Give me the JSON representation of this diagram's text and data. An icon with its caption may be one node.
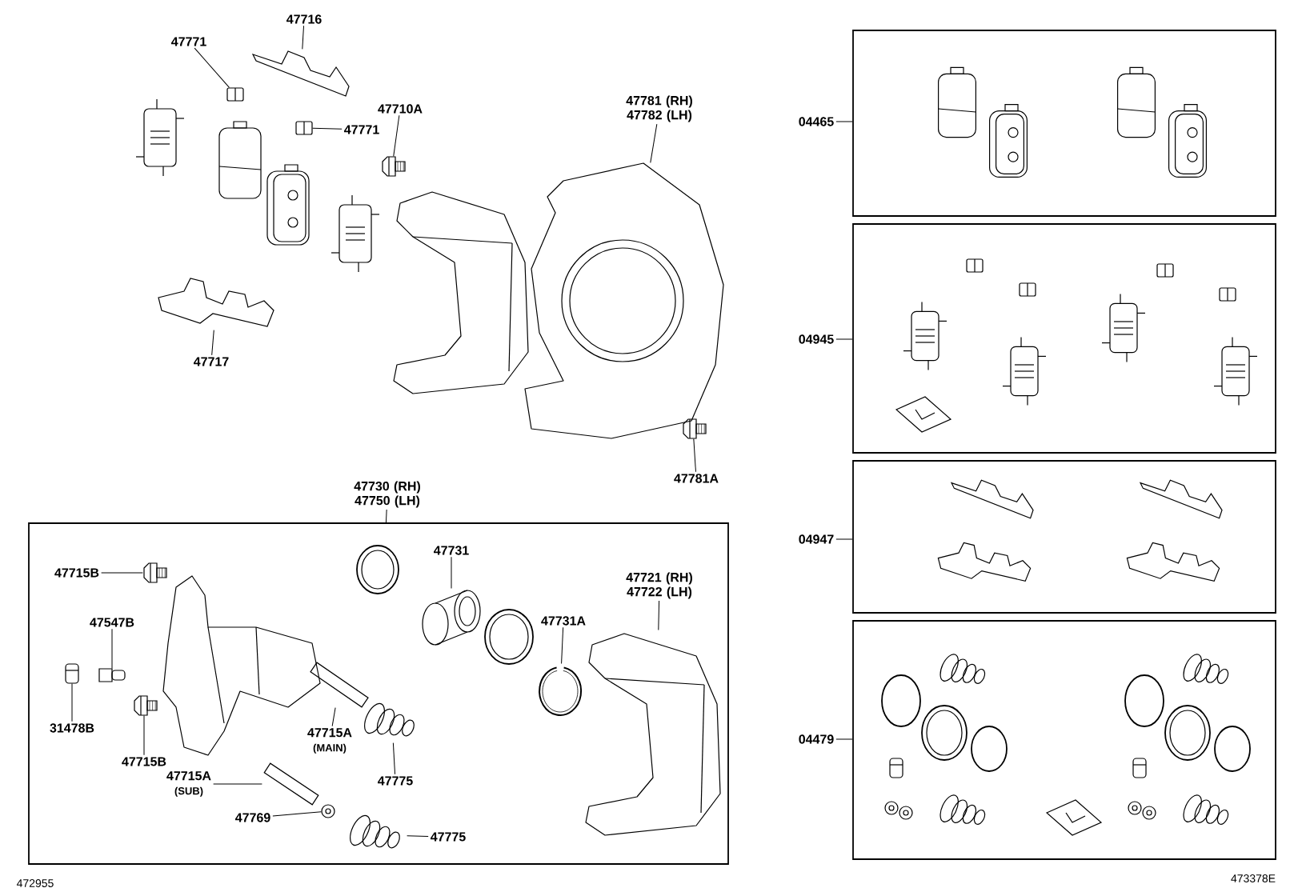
{
  "diagram": {
    "nodes": [
      {
        "text": [
          "47716"
        ]
      },
      {
        "text": [],
        "shape": "picture"
      },
      {
        "text": [
          "47771"
        ]
      },
      {
        "text": [],
        "shape": "picture"
      },
      {
        "text": [
          "47771"
        ]
      },
      {
        "text": [],
        "shape": "picture"
      },
      {
        "text": [
          "47710A"
        ]
      },
      {
        "text": [],
        "shape": "picture"
      },
      {
        "text": [
          "47781 (RH) 47782 (LH)"
        ]
      },
      {
        "text": [],
        "shape": "picture"
      },
      {
        "text": [
          "47781A"
        ]
      },
      {
        "text": [],
        "shape": "picture"
      },
      {
        "text": [
          "47717"
        ]
      },
      {
        "text": [],
        "shape": "picture"
      },
      {
        "text": [
          "47730 (RH) 47750 (LH)"
        ]
      },
      {
        "text": [],
        "shape": "box"
      },
      {
        "text": [
          "47715B"
        ],
        "in": 15
      },
      {
        "text": [],
        "shape": "picture",
        "in": 15
      },
      {
        "text": [
          "47547B"
        ],
        "in": 15
      },
      {
        "text": [],
        "shape": "picture",
        "in": 15
      },
      {
        "text": [
          "31478B"
        ],
        "in": 15
      },
      {
        "text": [],
        "shape": "picture",
        "in": 15
      },
      {
        "text": [
          "47715B"
        ],
        "in": 15
      },
      {
        "text": [],
        "shape": "picture",
        "in": 15
      },
      {
        "text": [
          "47715A",
          "(MAIN)"
        ],
        "in": 15
      },
      {
        "text": [],
        "shape": "picture",
        "in": 15
      },
      {
        "text": [
          "47775"
        ],
        "in": 15
      },
      {
        "text": [],
        "shape": "picture",
        "in": 15
      },
      {
        "text": [
          "47715A",
          "(SUB)"
        ],
        "in": 15
      },
      {
        "text": [],
        "shape": "picture",
        "in": 15
      },
      {
        "text": [
          "47769"
        ],
        "in": 15
      },
      {
        "text": [],
        "shape": "picture",
        "in": 15
      },
      {
        "text": [
          "47775"
        ],
        "in": 15
      },
      {
        "text": [],
        "shape": "picture",
        "in": 15
      },
      {
        "text": [
          "47731"
        ],
        "in": 15
      },
      {
        "text": [],
        "shape": "picture",
        "in": 15
      },
      {
        "text": [
          "47731A"
        ],
        "in": 15
      },
      {
        "text": [],
        "shape": "picture",
        "in": 15
      },
      {
        "text": [
          "47721 (RH) 47722 (LH)"
        ],
        "in": 15
      },
      {
        "text": [],
        "shape": "picture",
        "in": 15
      },
      {
        "text": [
          "04465"
        ]
      },
      {
        "text": [],
        "shape": "box"
      },
      {
        "text": [
          "04945"
        ]
      },
      {
        "text": [],
        "shape": "box"
      },
      {
        "text": [
          "04947"
        ]
      },
      {
        "text": [],
        "shape": "box"
      },
      {
        "text": [
          "04479"
        ]
      },
      {
        "text": [],
        "shape": "box"
      }
    ],
    "edges": [
      {
        "from": 0,
        "to": 1,
        "arrow": "none"
      },
      {
        "from": 2,
        "to": 3,
        "arrow": "none"
      },
      {
        "from": 4,
        "to": 5,
        "arrow": "none"
      },
      {
        "from": 6,
        "to": 7,
        "arrow": "none"
      },
      {
        "from": 8,
        "to": 9,
        "arrow": "none"
      },
      {
        "from": 10,
        "to": 11,
        "arrow": "none"
      },
      {
        "from": 12,
        "to": 13,
        "arrow": "none"
      },
      {
        "from": 14,
        "to": 15,
        "arrow": "none"
      },
      {
        "from": 16,
        "to": 17,
        "arrow": "none"
      },
      {
        "from": 18,
        "to": 19,
        "arrow": "none"
      },
      {
        "from": 20,
        "to": 21,
        "arrow": "none"
      },
      {
        "from": 22,
        "to": 23,
        "arrow": "none"
      },
      {
        "from": 24,
        "to": 25,
        "arrow": "none"
      },
      {
        "from": 26,
        "to": 27,
        "arrow": "none"
      },
      {
        "from": 28,
        "to": 29,
        "arrow": "none"
      },
      {
        "from": 30,
        "to": 31,
        "arrow": "none"
      },
      {
        "from": 32,
        "to": 33,
        "arrow": "none"
      },
      {
        "from": 34,
        "to": 35,
        "arrow": "none"
      },
      {
        "from": 36,
        "to": 37,
        "arrow": "none"
      },
      {
        "from": 38,
        "to": 39,
        "arrow": "none"
      },
      {
        "from": 40,
        "to": 41,
        "arrow": "none"
      },
      {
        "from": 42,
        "to": 43,
        "arrow": "none"
      },
      {
        "from": 44,
        "to": 45,
        "arrow": "none"
      },
      {
        "from": 46,
        "to": 47,
        "arrow": "none"
      }
    ],
    "labels": [
      "472955",
      "473378E"
    ]
  }
}
